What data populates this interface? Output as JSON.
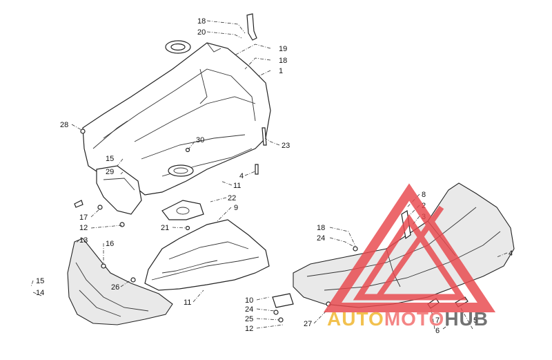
{
  "callouts": [
    {
      "id": "c18a",
      "label": "18"
    },
    {
      "id": "c20",
      "label": "20"
    },
    {
      "id": "c19",
      "label": "19"
    },
    {
      "id": "c18b",
      "label": "18"
    },
    {
      "id": "c1",
      "label": "1"
    },
    {
      "id": "c28",
      "label": "28"
    },
    {
      "id": "c30",
      "label": "30"
    },
    {
      "id": "c23",
      "label": "23"
    },
    {
      "id": "c15a",
      "label": "15"
    },
    {
      "id": "c29",
      "label": "29"
    },
    {
      "id": "c4a",
      "label": "4"
    },
    {
      "id": "c11a",
      "label": "11"
    },
    {
      "id": "c22",
      "label": "22"
    },
    {
      "id": "c9",
      "label": "9"
    },
    {
      "id": "c17",
      "label": "17"
    },
    {
      "id": "c12a",
      "label": "12"
    },
    {
      "id": "c21",
      "label": "21"
    },
    {
      "id": "c8",
      "label": "8"
    },
    {
      "id": "c2",
      "label": "2"
    },
    {
      "id": "c3",
      "label": "3"
    },
    {
      "id": "c13",
      "label": "13"
    },
    {
      "id": "c16",
      "label": "16"
    },
    {
      "id": "c18c",
      "label": "18"
    },
    {
      "id": "c24a",
      "label": "24"
    },
    {
      "id": "c4b",
      "label": "4"
    },
    {
      "id": "c15b",
      "label": "15"
    },
    {
      "id": "c14",
      "label": "14"
    },
    {
      "id": "c26",
      "label": "26"
    },
    {
      "id": "c11b",
      "label": "11"
    },
    {
      "id": "c10",
      "label": "10"
    },
    {
      "id": "c24b",
      "label": "24"
    },
    {
      "id": "c25",
      "label": "25"
    },
    {
      "id": "c12b",
      "label": "12"
    },
    {
      "id": "c27",
      "label": "27"
    },
    {
      "id": "c7",
      "label": "7"
    },
    {
      "id": "c5",
      "label": "5"
    },
    {
      "id": "c6",
      "label": "6"
    }
  ],
  "watermark": {
    "part1": "AUTO",
    "part2": "MOTO",
    "part3": "HUB",
    "colors": {
      "part1": "#f0b429",
      "part2": "#f26b6b",
      "part3": "#555555",
      "triangle": "#e8474c"
    }
  }
}
